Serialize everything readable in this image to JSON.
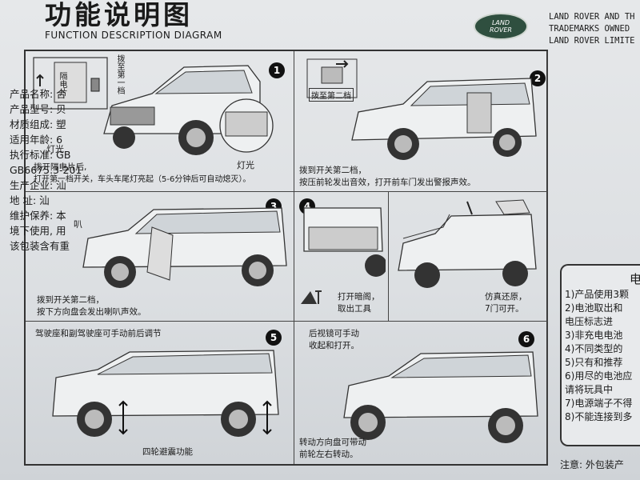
{
  "header": {
    "title_cn": "功能说明图",
    "title_en": "FUNCTION DESCRIPTION DIAGRAM",
    "logo_line1": "LAND",
    "logo_line2": "ROVER",
    "trademark_line1": "LAND ROVER AND TH",
    "trademark_line2": "TRADEMARKS OWNED",
    "trademark_line3": "LAND ROVER LIMITE"
  },
  "steps": [
    {
      "num": "1",
      "label_a": "灯光",
      "label_b": "灯光",
      "vert_a": "隔电片",
      "vert_b": "拨至第一档",
      "caption1": "拨开隔电片后,",
      "caption2": "打开第一档开关，车头车尾灯亮起（5-6分钟后可自动熄灭）。"
    },
    {
      "num": "2",
      "tag": "拨至第二档",
      "caption1": "拨到开关第二档，",
      "caption2": "按压前轮发出音效，打开前车门发出警报声效。"
    },
    {
      "num": "3",
      "label_a": "叭",
      "caption1": "拨到开关第二档，",
      "caption2": "按下方向盘会发出喇叭声效。"
    },
    {
      "num": "4",
      "caption1": "打开暗阁，",
      "caption2": "取出工具"
    },
    {
      "num": "",
      "caption1": "仿真还原，",
      "caption2": "7门可开。"
    },
    {
      "num": "5",
      "caption_top": "驾驶座和副驾驶座可手动前后调节",
      "caption_bottom": "四轮避震功能"
    },
    {
      "num": "6",
      "caption_top1": "后视镜可手动",
      "caption_top2": "收起和打开。",
      "caption1": "转动方向盘可带动",
      "caption2": "前轮左右转动。"
    }
  ],
  "spec": {
    "rows": [
      "产品名称: 合",
      "产品型号: 贝",
      "材质组成: 塑",
      "适用年龄: 6",
      "执行标准: GB",
      "GB6675.3-201",
      "生产企业: 汕",
      "地    址: 汕",
      "维护保养: 本",
      "境下使用, 用",
      "该包装含有重"
    ]
  },
  "battery": {
    "title": "电",
    "rows": [
      "1)产品使用3颗",
      "2)电池取出和",
      "   电压标志进",
      "3)非充电电池",
      "4)不同类型的",
      "5)只有和推荐",
      "6)用尽的电池应",
      "   请将玩具中",
      "7)电源端子不得",
      "8)不能连接到多"
    ]
  },
  "footer_note": "注意: 外包装产",
  "colors": {
    "background": "#dcdfe2",
    "ink": "#1a1a1a",
    "logo": "#2f4f3f"
  }
}
